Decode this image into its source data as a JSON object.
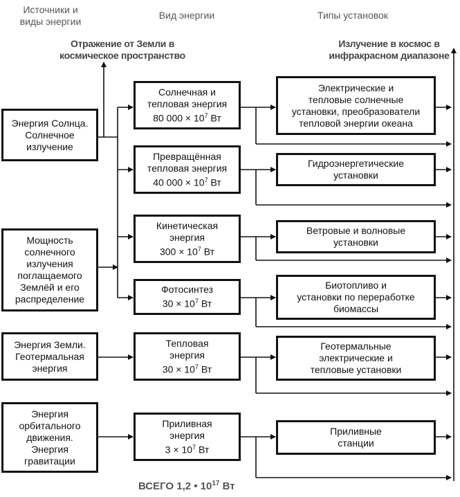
{
  "headers": {
    "sources": [
      "Источники и",
      "виды энергии"
    ],
    "energy_kind": "Вид энергии",
    "installations": "Типы установок"
  },
  "notes": {
    "reflection": [
      "Отражение от Земли в",
      "космическое пространство"
    ],
    "radiation": [
      "Излучение в космос в",
      "инфракрасном диапазоне"
    ]
  },
  "sources": [
    {
      "lines": [
        "Энергия Солнца.",
        "Солнечное",
        "излучение"
      ]
    },
    {
      "lines": [
        "Мощность",
        "солнечного",
        "излучения",
        "поглащаемого",
        "Землёй и его",
        "распределение"
      ]
    },
    {
      "lines": [
        "Энергия Земли.",
        "Геотермальная",
        "энергия"
      ]
    },
    {
      "lines": [
        "Энергия",
        "орбитального",
        "движения.",
        "Энергия",
        "гравитации"
      ]
    }
  ],
  "energy_kinds": [
    {
      "lines": [
        "Солнечная и",
        "тепловая энергия"
      ],
      "power": {
        "mantissa": "80 000",
        "exp": "7",
        "unit": "Вт"
      }
    },
    {
      "lines": [
        "Превращённая",
        "тепловая энергия"
      ],
      "power": {
        "mantissa": "40 000",
        "exp": "7",
        "unit": "Вт"
      }
    },
    {
      "lines": [
        "Кинетическая",
        "энергия"
      ],
      "power": {
        "mantissa": "300",
        "exp": "7",
        "unit": "Вт"
      }
    },
    {
      "lines": [
        "Фотосинтез"
      ],
      "power": {
        "mantissa": "30",
        "exp": "7",
        "unit": "Вт"
      }
    },
    {
      "lines": [
        "Тепловая",
        "энергия"
      ],
      "power": {
        "mantissa": "30",
        "exp": "7",
        "unit": "Вт"
      }
    },
    {
      "lines": [
        "Приливная",
        "энергия"
      ],
      "power": {
        "mantissa": "3",
        "exp": "7",
        "unit": "Вт"
      }
    }
  ],
  "installations": [
    {
      "lines": [
        "Электрические и",
        "тепловые солнечные",
        "установки, преобразователи",
        "тепловой энергии океана"
      ]
    },
    {
      "lines": [
        "Гидроэнергетические",
        "установки"
      ]
    },
    {
      "lines": [
        "Ветровые и волновые",
        "установки"
      ]
    },
    {
      "lines": [
        "Биотопливо и",
        "установки по переработке",
        "биомассы"
      ]
    },
    {
      "lines": [
        "Геотермальные",
        "электрические и",
        "тепловые установки"
      ]
    },
    {
      "lines": [
        "Приливные",
        "станции"
      ]
    }
  ],
  "total": {
    "label": "ВСЕГО 1,2 • 10",
    "exp": "17",
    "unit": "Вт"
  }
}
